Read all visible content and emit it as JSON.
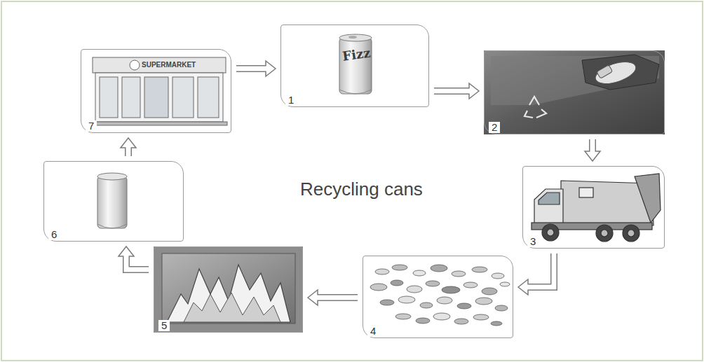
{
  "diagram": {
    "title": "Recycling cans",
    "nodes": [
      {
        "text": [
          "1"
        ]
      },
      {
        "text": [
          "2"
        ]
      },
      {
        "text": [
          "3"
        ]
      },
      {
        "text": [
          "4"
        ]
      },
      {
        "text": [
          "5"
        ]
      },
      {
        "text": [
          "6"
        ]
      },
      {
        "text": [
          "7"
        ]
      }
    ],
    "edges": [
      {
        "from": 0,
        "to": 1,
        "arrow": "to"
      },
      {
        "from": 1,
        "to": 2,
        "arrow": "to"
      },
      {
        "from": 2,
        "to": 3,
        "arrow": "to"
      },
      {
        "from": 3,
        "to": 4,
        "arrow": "to"
      },
      {
        "from": 4,
        "to": 5,
        "arrow": "to"
      },
      {
        "from": 5,
        "to": 6,
        "arrow": "to"
      },
      {
        "from": 6,
        "to": 0,
        "arrow": "to"
      }
    ],
    "labels": [
      "Fizz",
      "SUPERMARKET"
    ]
  }
}
